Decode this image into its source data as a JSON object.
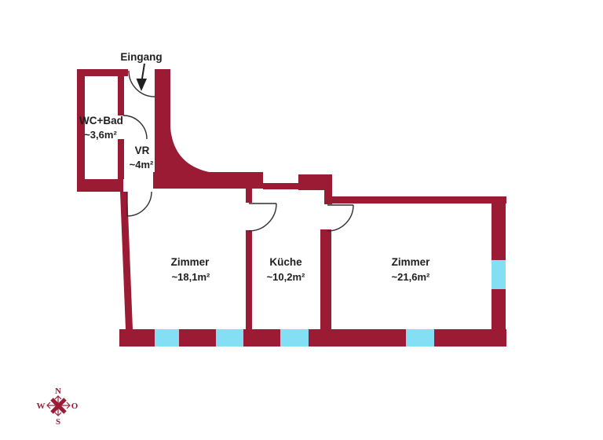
{
  "colors": {
    "wall": "#9a1b33",
    "window": "#84dff4",
    "door": "#2e2e2e",
    "text": "#1f1f1f"
  },
  "entrance": {
    "label": "Eingang"
  },
  "rooms": {
    "wc_bad": {
      "name": "WC+Bad",
      "area": "~3,6m²"
    },
    "vr": {
      "name": "VR",
      "area": "~4m²"
    },
    "zimmer1": {
      "name": "Zimmer",
      "area": "~18,1m²"
    },
    "kueche": {
      "name": "Küche",
      "area": "~10,2m²"
    },
    "zimmer2": {
      "name": "Zimmer",
      "area": "~21,6m²"
    }
  },
  "compass": {
    "north": "N",
    "east": "O",
    "south": "S",
    "west": "W"
  }
}
